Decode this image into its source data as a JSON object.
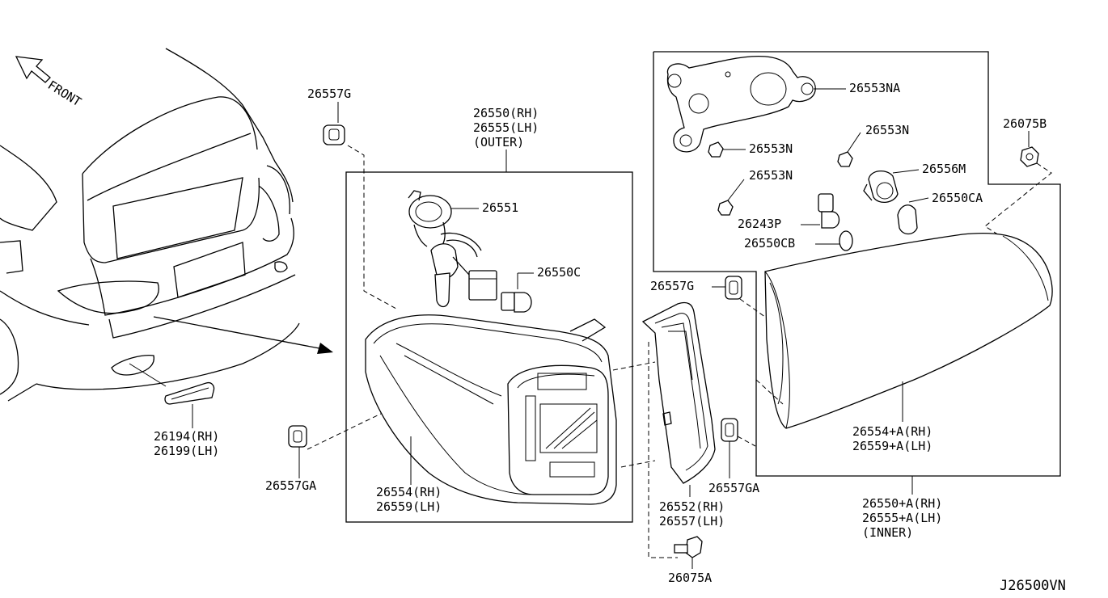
{
  "diagram_id": "J26500VN",
  "front_label": "FRONT",
  "callouts": {
    "c26557G_top": "26557G",
    "c26550_l1": "26550(RH)",
    "c26550_l2": "26555(LH)",
    "c26550_l3": "(OUTER)",
    "c26551": "26551",
    "c26550C": "26550C",
    "c26554_l1": "26554(RH)",
    "c26554_l2": "26559(LH)",
    "c26194_l1": "26194(RH)",
    "c26194_l2": "26199(LH)",
    "c26557GA_left": "26557GA",
    "c26557G_mid": "26557G",
    "c26552_l1": "26552(RH)",
    "c26552_l2": "26557(LH)",
    "c26557GA_mid": "26557GA",
    "c26075A": "26075A",
    "c26553NA": "26553NA",
    "c26553N_a": "26553N",
    "c26553N_b": "26553N",
    "c26553N_c": "26553N",
    "c26556M": "26556M",
    "c26243P": "26243P",
    "c26550CA": "26550CA",
    "c26550CB": "26550CB",
    "c26075B": "26075B",
    "c26554A_l1": "26554+A(RH)",
    "c26554A_l2": "26559+A(LH)",
    "c26550A_l1": "26550+A(RH)",
    "c26550A_l2": "26555+A(LH)",
    "c26550A_l3": "(INNER)"
  }
}
